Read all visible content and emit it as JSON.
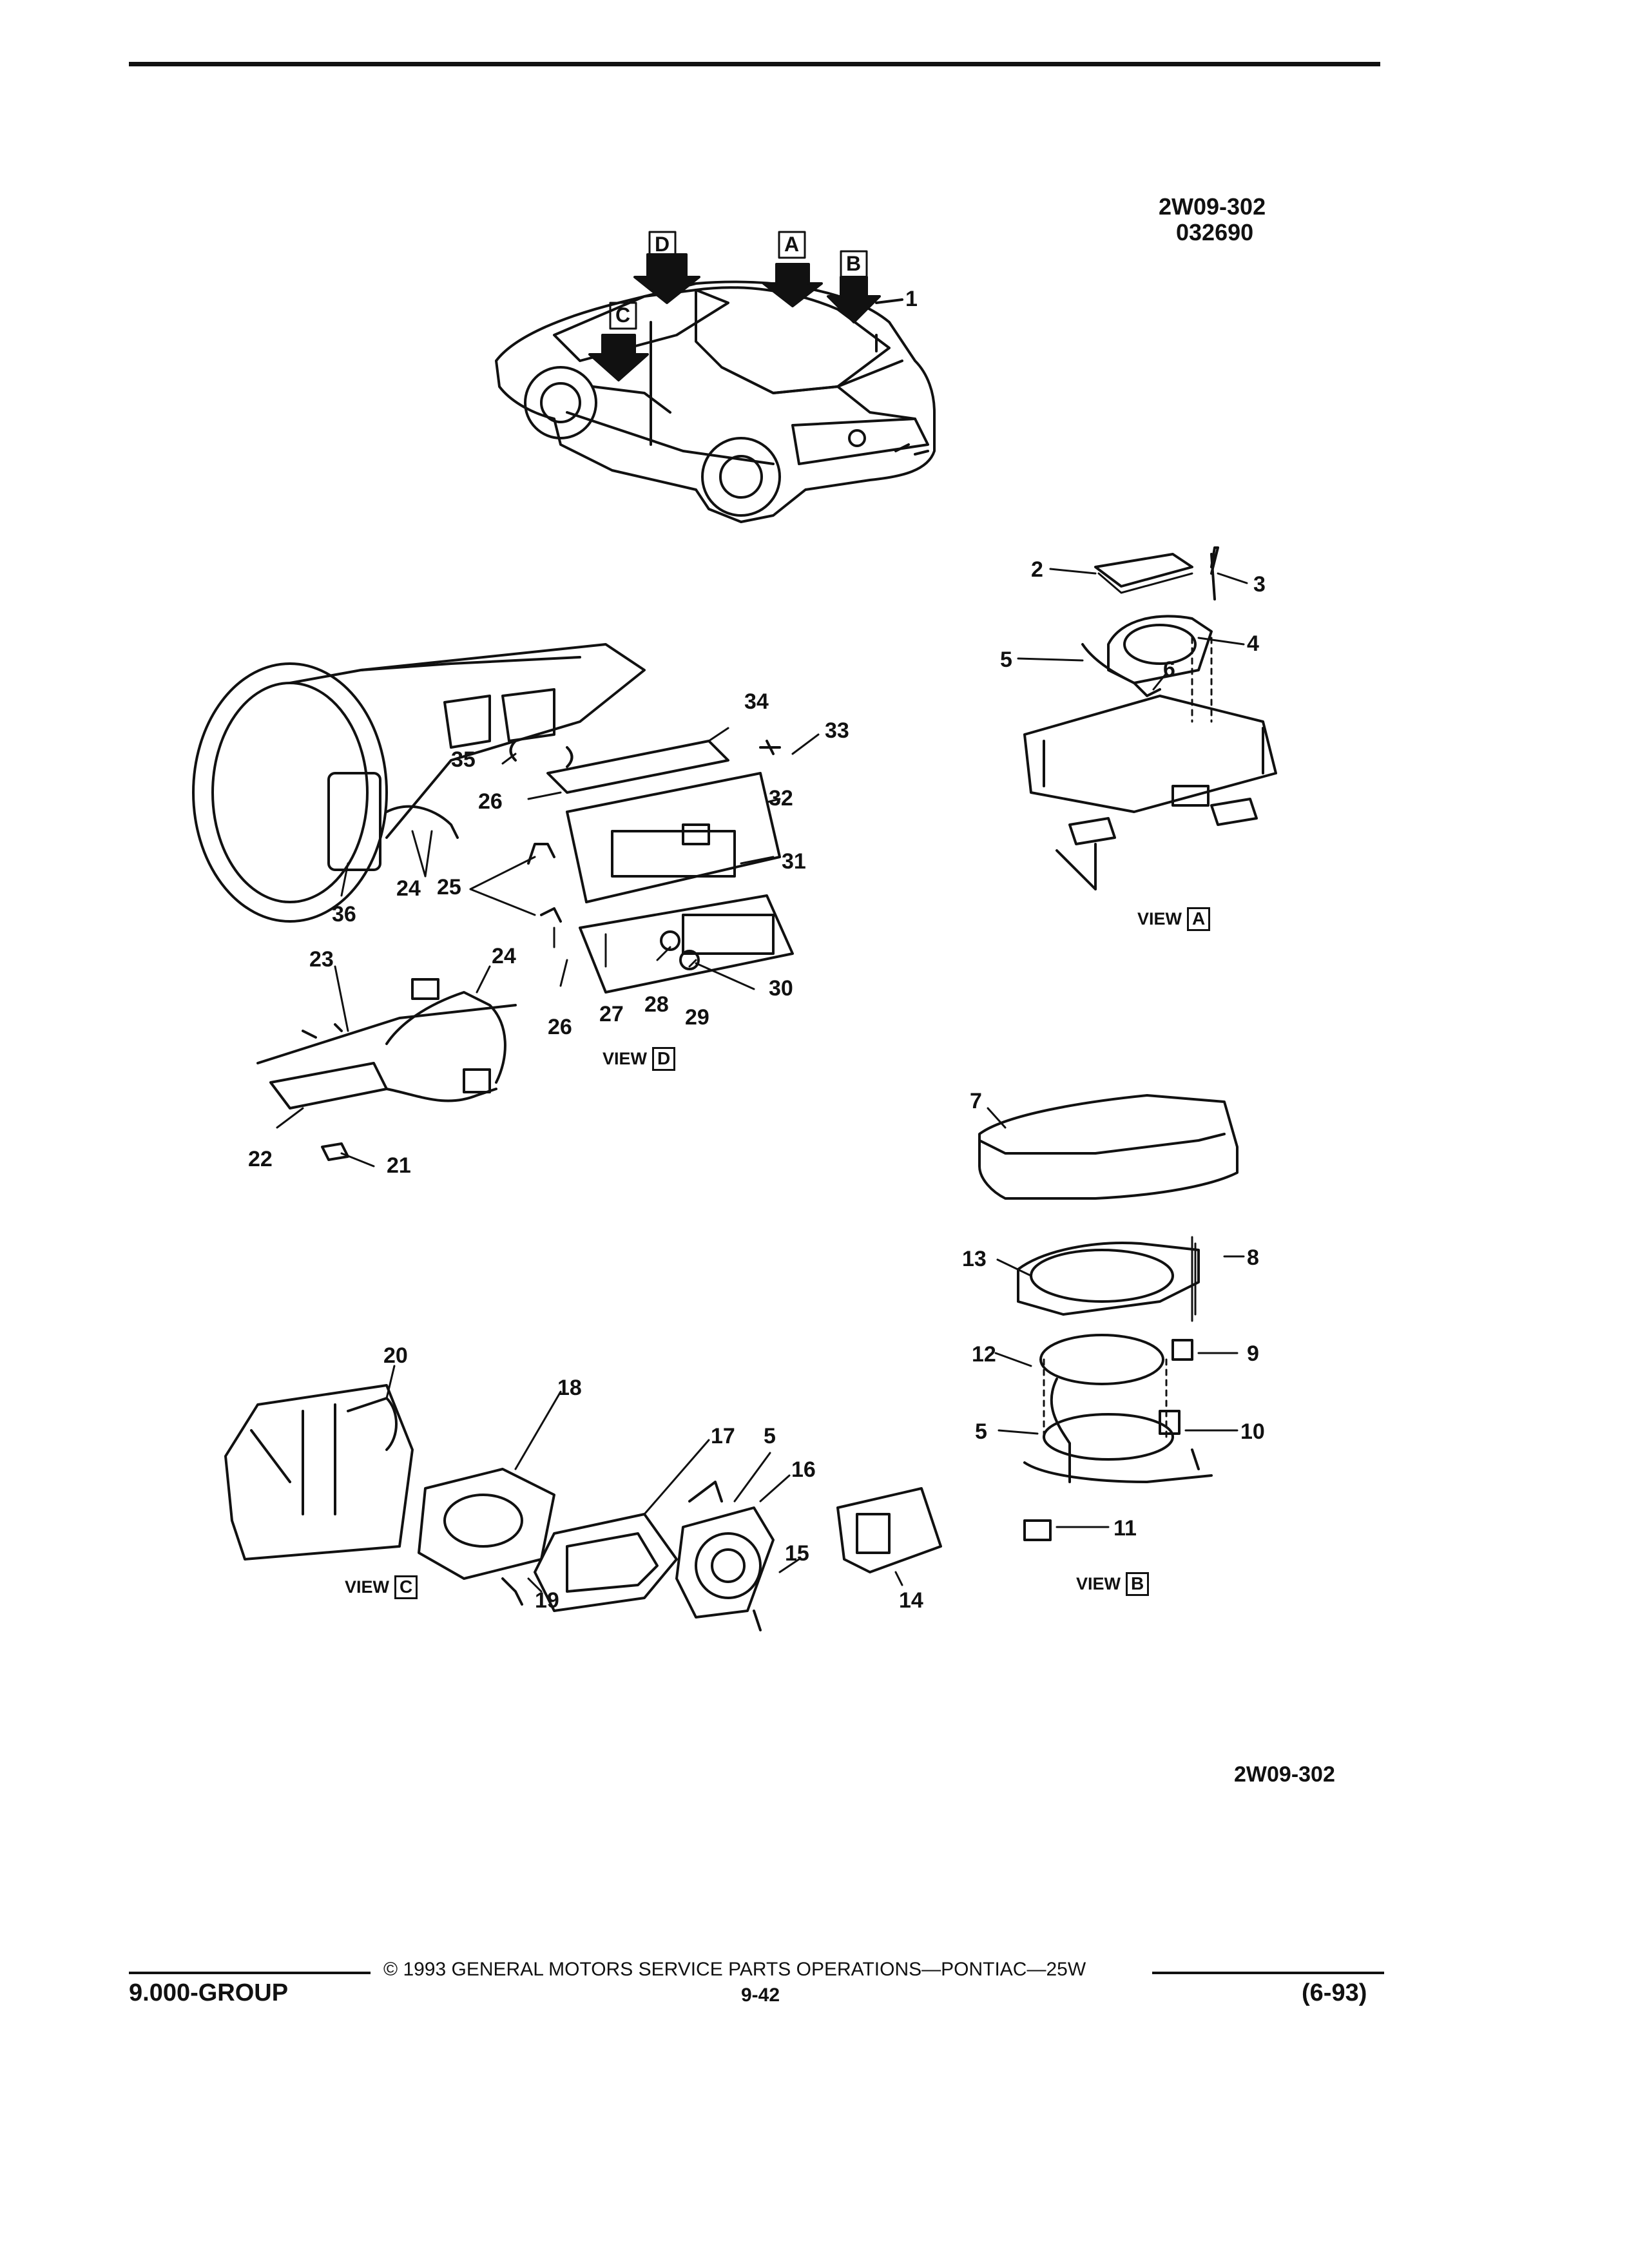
{
  "header": {
    "figure_id": "2W09-302",
    "date_code": "032690"
  },
  "arrows": {
    "a": "A",
    "b": "B",
    "c": "C",
    "d": "D"
  },
  "views": {
    "a": {
      "word": "VIEW",
      "letter": "A"
    },
    "b": {
      "word": "VIEW",
      "letter": "B"
    },
    "c": {
      "word": "VIEW",
      "letter": "C"
    },
    "d": {
      "word": "VIEW",
      "letter": "D"
    }
  },
  "callouts": {
    "c1": "1",
    "c2": "2",
    "c3": "3",
    "c4": "4",
    "c5a": "5",
    "c6": "6",
    "c7": "7",
    "c8": "8",
    "c9": "9",
    "c10": "10",
    "c11": "11",
    "c12": "12",
    "c13": "13",
    "c5b": "5",
    "c14": "14",
    "c15": "15",
    "c16": "16",
    "c17": "17",
    "c5c": "5",
    "c18": "18",
    "c19": "19",
    "c20": "20",
    "c21": "21",
    "c22": "22",
    "c23": "23",
    "c24a": "24",
    "c24b": "24",
    "c25": "25",
    "c26a": "26",
    "c26b": "26",
    "c27": "27",
    "c28": "28",
    "c29": "29",
    "c30": "30",
    "c31": "31",
    "c32": "32",
    "c33": "33",
    "c34": "34",
    "c35": "35",
    "c36": "36"
  },
  "bottom_figure_id": "2W09-302",
  "footer": {
    "copyright": "© 1993 GENERAL MOTORS SERVICE PARTS OPERATIONS—PONTIAC—25W",
    "group": "9.000-GROUP",
    "page": "9-42",
    "date": "(6-93)"
  }
}
